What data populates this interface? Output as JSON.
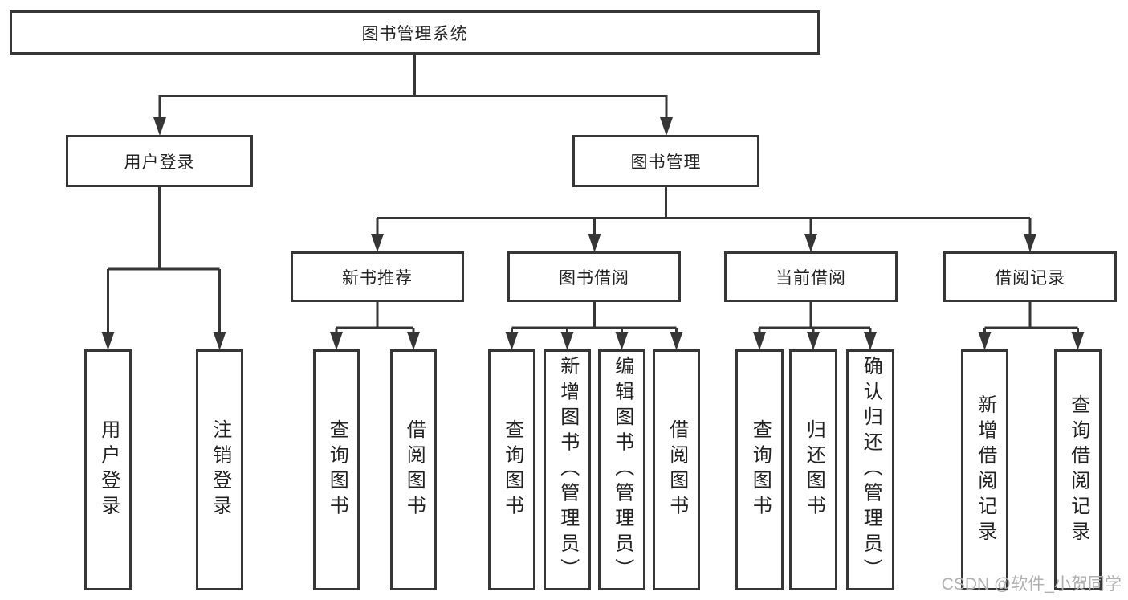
{
  "tree": {
    "label": "图书管理系统",
    "children": [
      {
        "label": "用户登录",
        "children": [
          {
            "label": "用户登录"
          },
          {
            "label": "注销登录"
          }
        ]
      },
      {
        "label": "图书管理",
        "children": [
          {
            "label": "新书推荐",
            "children": [
              {
                "label": "查询图书"
              },
              {
                "label": "借阅图书"
              }
            ]
          },
          {
            "label": "图书借阅",
            "children": [
              {
                "label": "查询图书"
              },
              {
                "label": "新增图书（管理员）"
              },
              {
                "label": "编辑图书（管理员）"
              },
              {
                "label": "借阅图书"
              }
            ]
          },
          {
            "label": "当前借阅",
            "children": [
              {
                "label": "查询图书"
              },
              {
                "label": "归还图书"
              },
              {
                "label": "确认归还（管理员）"
              }
            ]
          },
          {
            "label": "借阅记录",
            "children": [
              {
                "label": "新增借阅记录"
              },
              {
                "label": "查询借阅记录"
              }
            ]
          }
        ]
      }
    ]
  },
  "watermark": {
    "text": "CSDN @软件_小贺同学"
  },
  "colors": {
    "line": "#363636",
    "text": "#222222",
    "watermark": "#b0b0b0",
    "background": "#ffffff"
  }
}
